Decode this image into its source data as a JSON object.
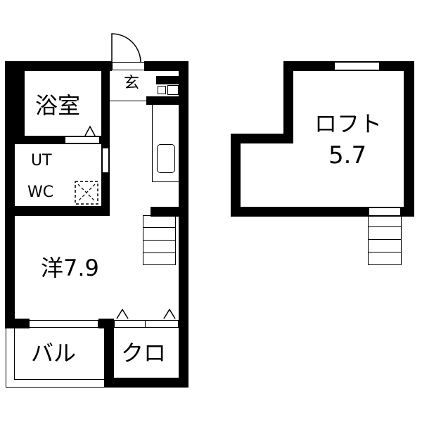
{
  "floor_plan": {
    "main_floor": {
      "rooms": [
        {
          "id": "bath",
          "label": "浴室"
        },
        {
          "id": "entrance",
          "label": "玄"
        },
        {
          "id": "utility",
          "label": "UT"
        },
        {
          "id": "toilet",
          "label": "WC"
        },
        {
          "id": "western_room",
          "label": "洋7.9"
        },
        {
          "id": "balcony",
          "label": "バル"
        },
        {
          "id": "closet",
          "label": "クロ"
        }
      ]
    },
    "loft": {
      "label_line1": "ロフト",
      "label_line2": "5.7"
    },
    "colors": {
      "wall": "#000000",
      "background": "#ffffff"
    }
  }
}
